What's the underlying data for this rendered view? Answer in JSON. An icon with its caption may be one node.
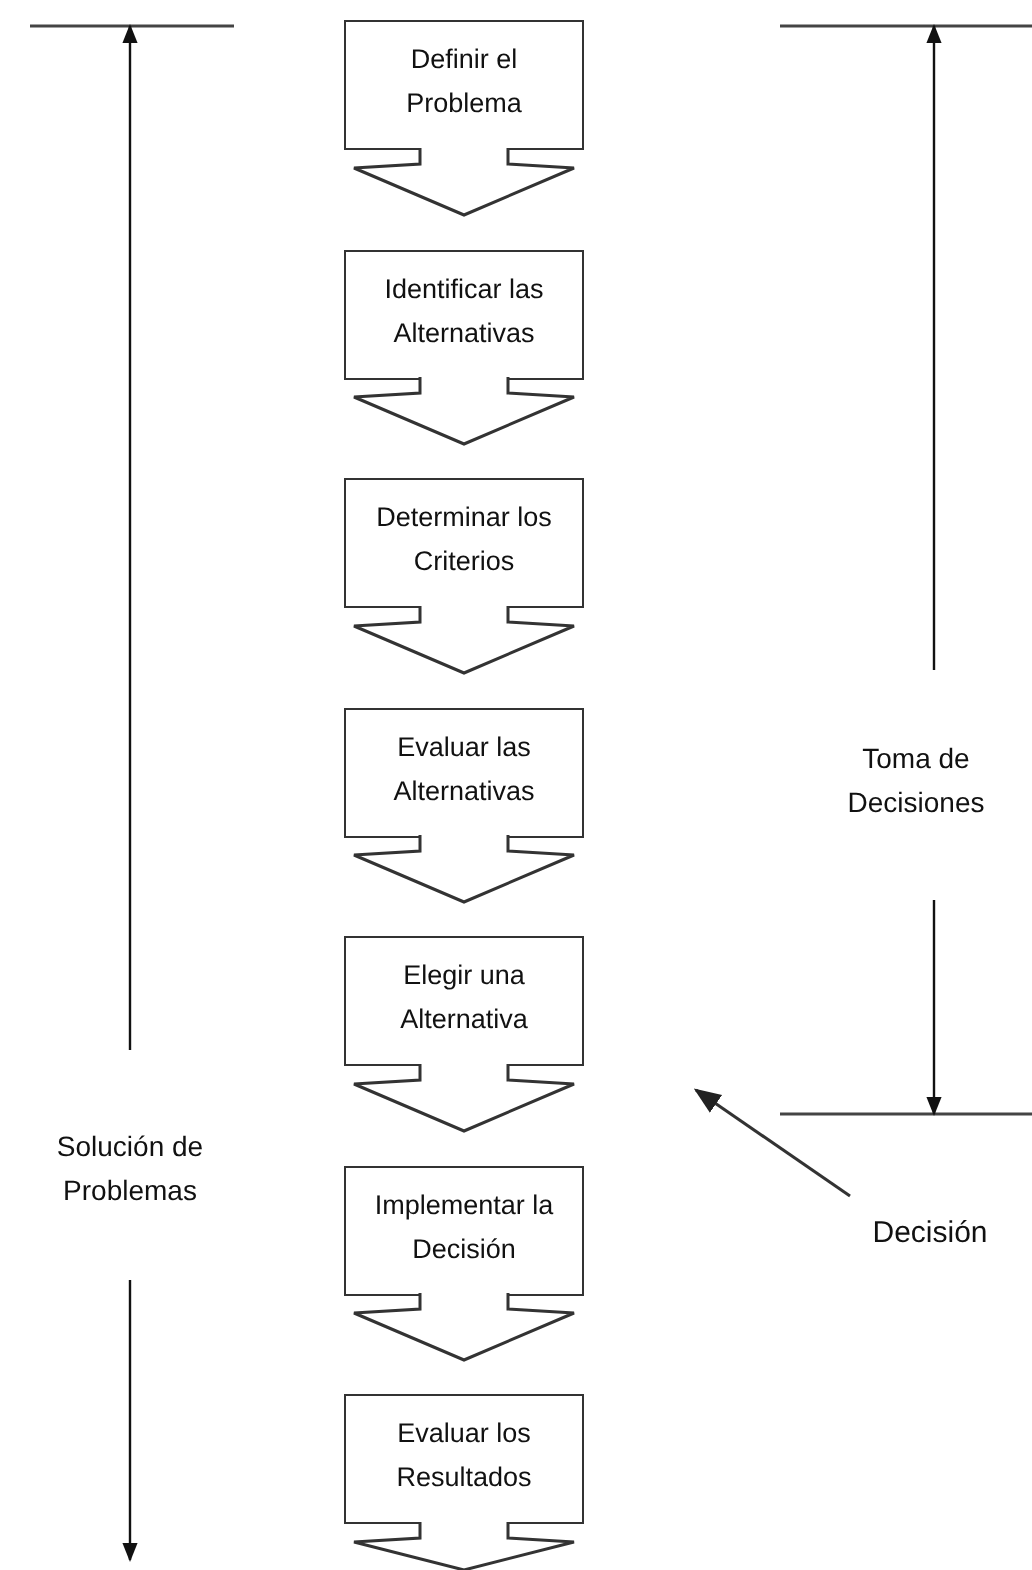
{
  "diagram": {
    "nodes": [
      {
        "text": [
          "Definir el Problema"
        ]
      },
      {
        "text": [
          "Identificar las Alternativas"
        ]
      },
      {
        "text": [
          "Determinar los Criterios"
        ]
      },
      {
        "text": [
          "Evaluar las Alternativas"
        ]
      },
      {
        "text": [
          "Elegir una Alternativa"
        ]
      },
      {
        "text": [
          "Implementar la Decisión"
        ]
      },
      {
        "text": [
          "Evaluar los Resultados"
        ]
      },
      {
        "text": [
          "Decisión"
        ]
      }
    ],
    "edges": [
      {
        "from": 0,
        "to": 1,
        "arrow": "to"
      },
      {
        "from": 1,
        "to": 2,
        "arrow": "to"
      },
      {
        "from": 2,
        "to": 3,
        "arrow": "to"
      },
      {
        "from": 3,
        "to": 4,
        "arrow": "to"
      },
      {
        "from": 4,
        "to": 5,
        "arrow": "to"
      },
      {
        "from": 5,
        "to": 6,
        "arrow": "to"
      },
      {
        "from": 6,
        "to": null,
        "arrow": "to"
      },
      {
        "from": 7,
        "to": null,
        "arrow": "to"
      }
    ],
    "labels": [
      "Toma de Decisiones",
      "Solución de Problemas"
    ]
  }
}
